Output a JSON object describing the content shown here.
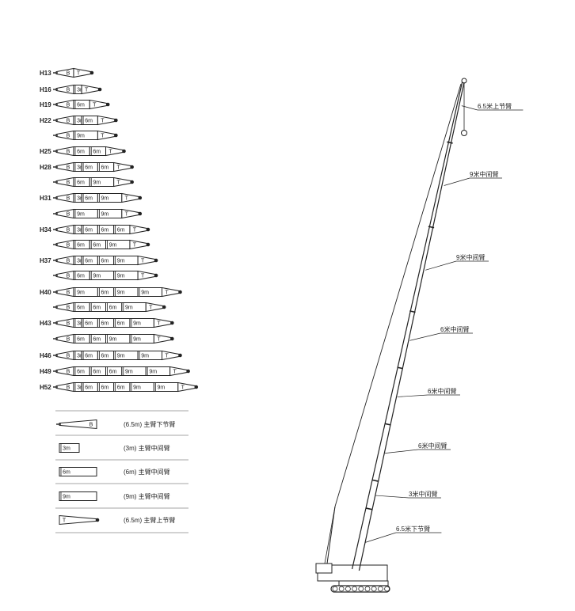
{
  "colors": {
    "line": "#222222",
    "fill": "#ffffff",
    "rule": "#888888"
  },
  "configs": [
    {
      "label": "H13",
      "rows": [
        [
          "B",
          "T"
        ]
      ]
    },
    {
      "label": "H16",
      "rows": [
        [
          "B",
          "3m",
          "T"
        ]
      ]
    },
    {
      "label": "H19",
      "rows": [
        [
          "B",
          "6m",
          "T"
        ]
      ]
    },
    {
      "label": "H22",
      "rows": [
        [
          "B",
          "3m",
          "6m",
          "T"
        ],
        [
          "B",
          "9m",
          "T"
        ]
      ]
    },
    {
      "label": "H25",
      "rows": [
        [
          "B",
          "6m",
          "6m",
          "T"
        ]
      ]
    },
    {
      "label": "H28",
      "rows": [
        [
          "B",
          "3m",
          "6m",
          "6m",
          "T"
        ],
        [
          "B",
          "6m",
          "9m",
          "T"
        ]
      ]
    },
    {
      "label": "H31",
      "rows": [
        [
          "B",
          "3m",
          "6m",
          "9m",
          "T"
        ],
        [
          "B",
          "9m",
          "9m",
          "T"
        ]
      ]
    },
    {
      "label": "H34",
      "rows": [
        [
          "B",
          "3m",
          "6m",
          "6m",
          "6m",
          "T"
        ],
        [
          "B",
          "6m",
          "6m",
          "9m",
          "T"
        ]
      ]
    },
    {
      "label": "H37",
      "rows": [
        [
          "B",
          "3m",
          "6m",
          "6m",
          "9m",
          "T"
        ],
        [
          "B",
          "6m",
          "9m",
          "9m",
          "T"
        ]
      ]
    },
    {
      "label": "H40",
      "rows": [
        [
          "B",
          "9m",
          "6m",
          "9m",
          "9m",
          "T"
        ],
        [
          "B",
          "6m",
          "6m",
          "6m",
          "9m",
          "T"
        ]
      ]
    },
    {
      "label": "H43",
      "rows": [
        [
          "B",
          "3m",
          "6m",
          "6m",
          "6m",
          "9m",
          "T"
        ],
        [
          "B",
          "6m",
          "6m",
          "9m",
          "9m",
          "T"
        ]
      ]
    },
    {
      "label": "H46",
      "rows": [
        [
          "B",
          "3m",
          "6m",
          "6m",
          "9m",
          "9m",
          "T"
        ]
      ]
    },
    {
      "label": "H49",
      "rows": [
        [
          "B",
          "6m",
          "6m",
          "6m",
          "9m",
          "9m",
          "T"
        ]
      ]
    },
    {
      "label": "H52",
      "rows": [
        [
          "B",
          "3m",
          "6m",
          "6m",
          "6m",
          "9m",
          "9m",
          "T"
        ]
      ]
    }
  ],
  "legend": [
    {
      "symbol": "B",
      "text": "(6.5m) 主臂下节臂"
    },
    {
      "symbol": "3m",
      "text": "(3m) 主臂中间臂"
    },
    {
      "symbol": "6m",
      "text": "(6m) 主臂中间臂"
    },
    {
      "symbol": "9m",
      "text": "(9m) 主臂中间臂"
    },
    {
      "symbol": "T",
      "text": "(6.5m) 主臂上节臂"
    }
  ],
  "crane_labels": [
    {
      "id": "top",
      "text": "6.5米上节臂"
    },
    {
      "id": "9m-a",
      "text": "9米中间臂"
    },
    {
      "id": "9m-b",
      "text": "9米中间臂"
    },
    {
      "id": "6m-a",
      "text": "6米中间臂"
    },
    {
      "id": "6m-b",
      "text": "6米中间臂"
    },
    {
      "id": "6m-c",
      "text": "6米中间臂"
    },
    {
      "id": "3m",
      "text": "3米中间臂"
    },
    {
      "id": "base",
      "text": "6.5米下节臂"
    }
  ]
}
